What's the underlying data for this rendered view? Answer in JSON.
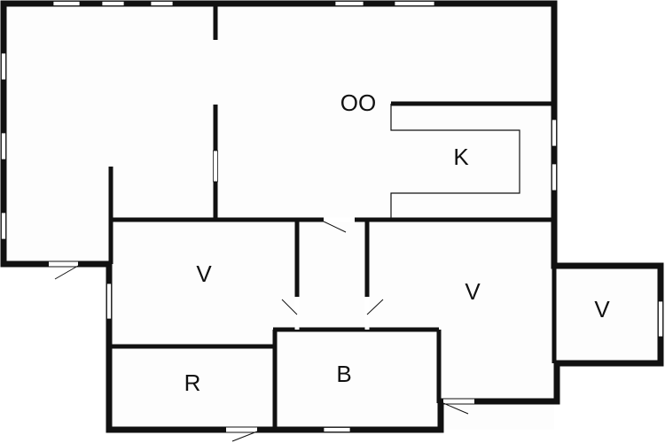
{
  "plan": {
    "labels": {
      "oo": "OO",
      "kitchen": "K",
      "room_v_left": "V",
      "room_v_right": "V",
      "room_v_annex": "V",
      "room_r": "R",
      "room_b": "B"
    },
    "colors": {
      "wall": "#111111",
      "background": "#fdfdfd",
      "window": "#ffffff"
    }
  }
}
